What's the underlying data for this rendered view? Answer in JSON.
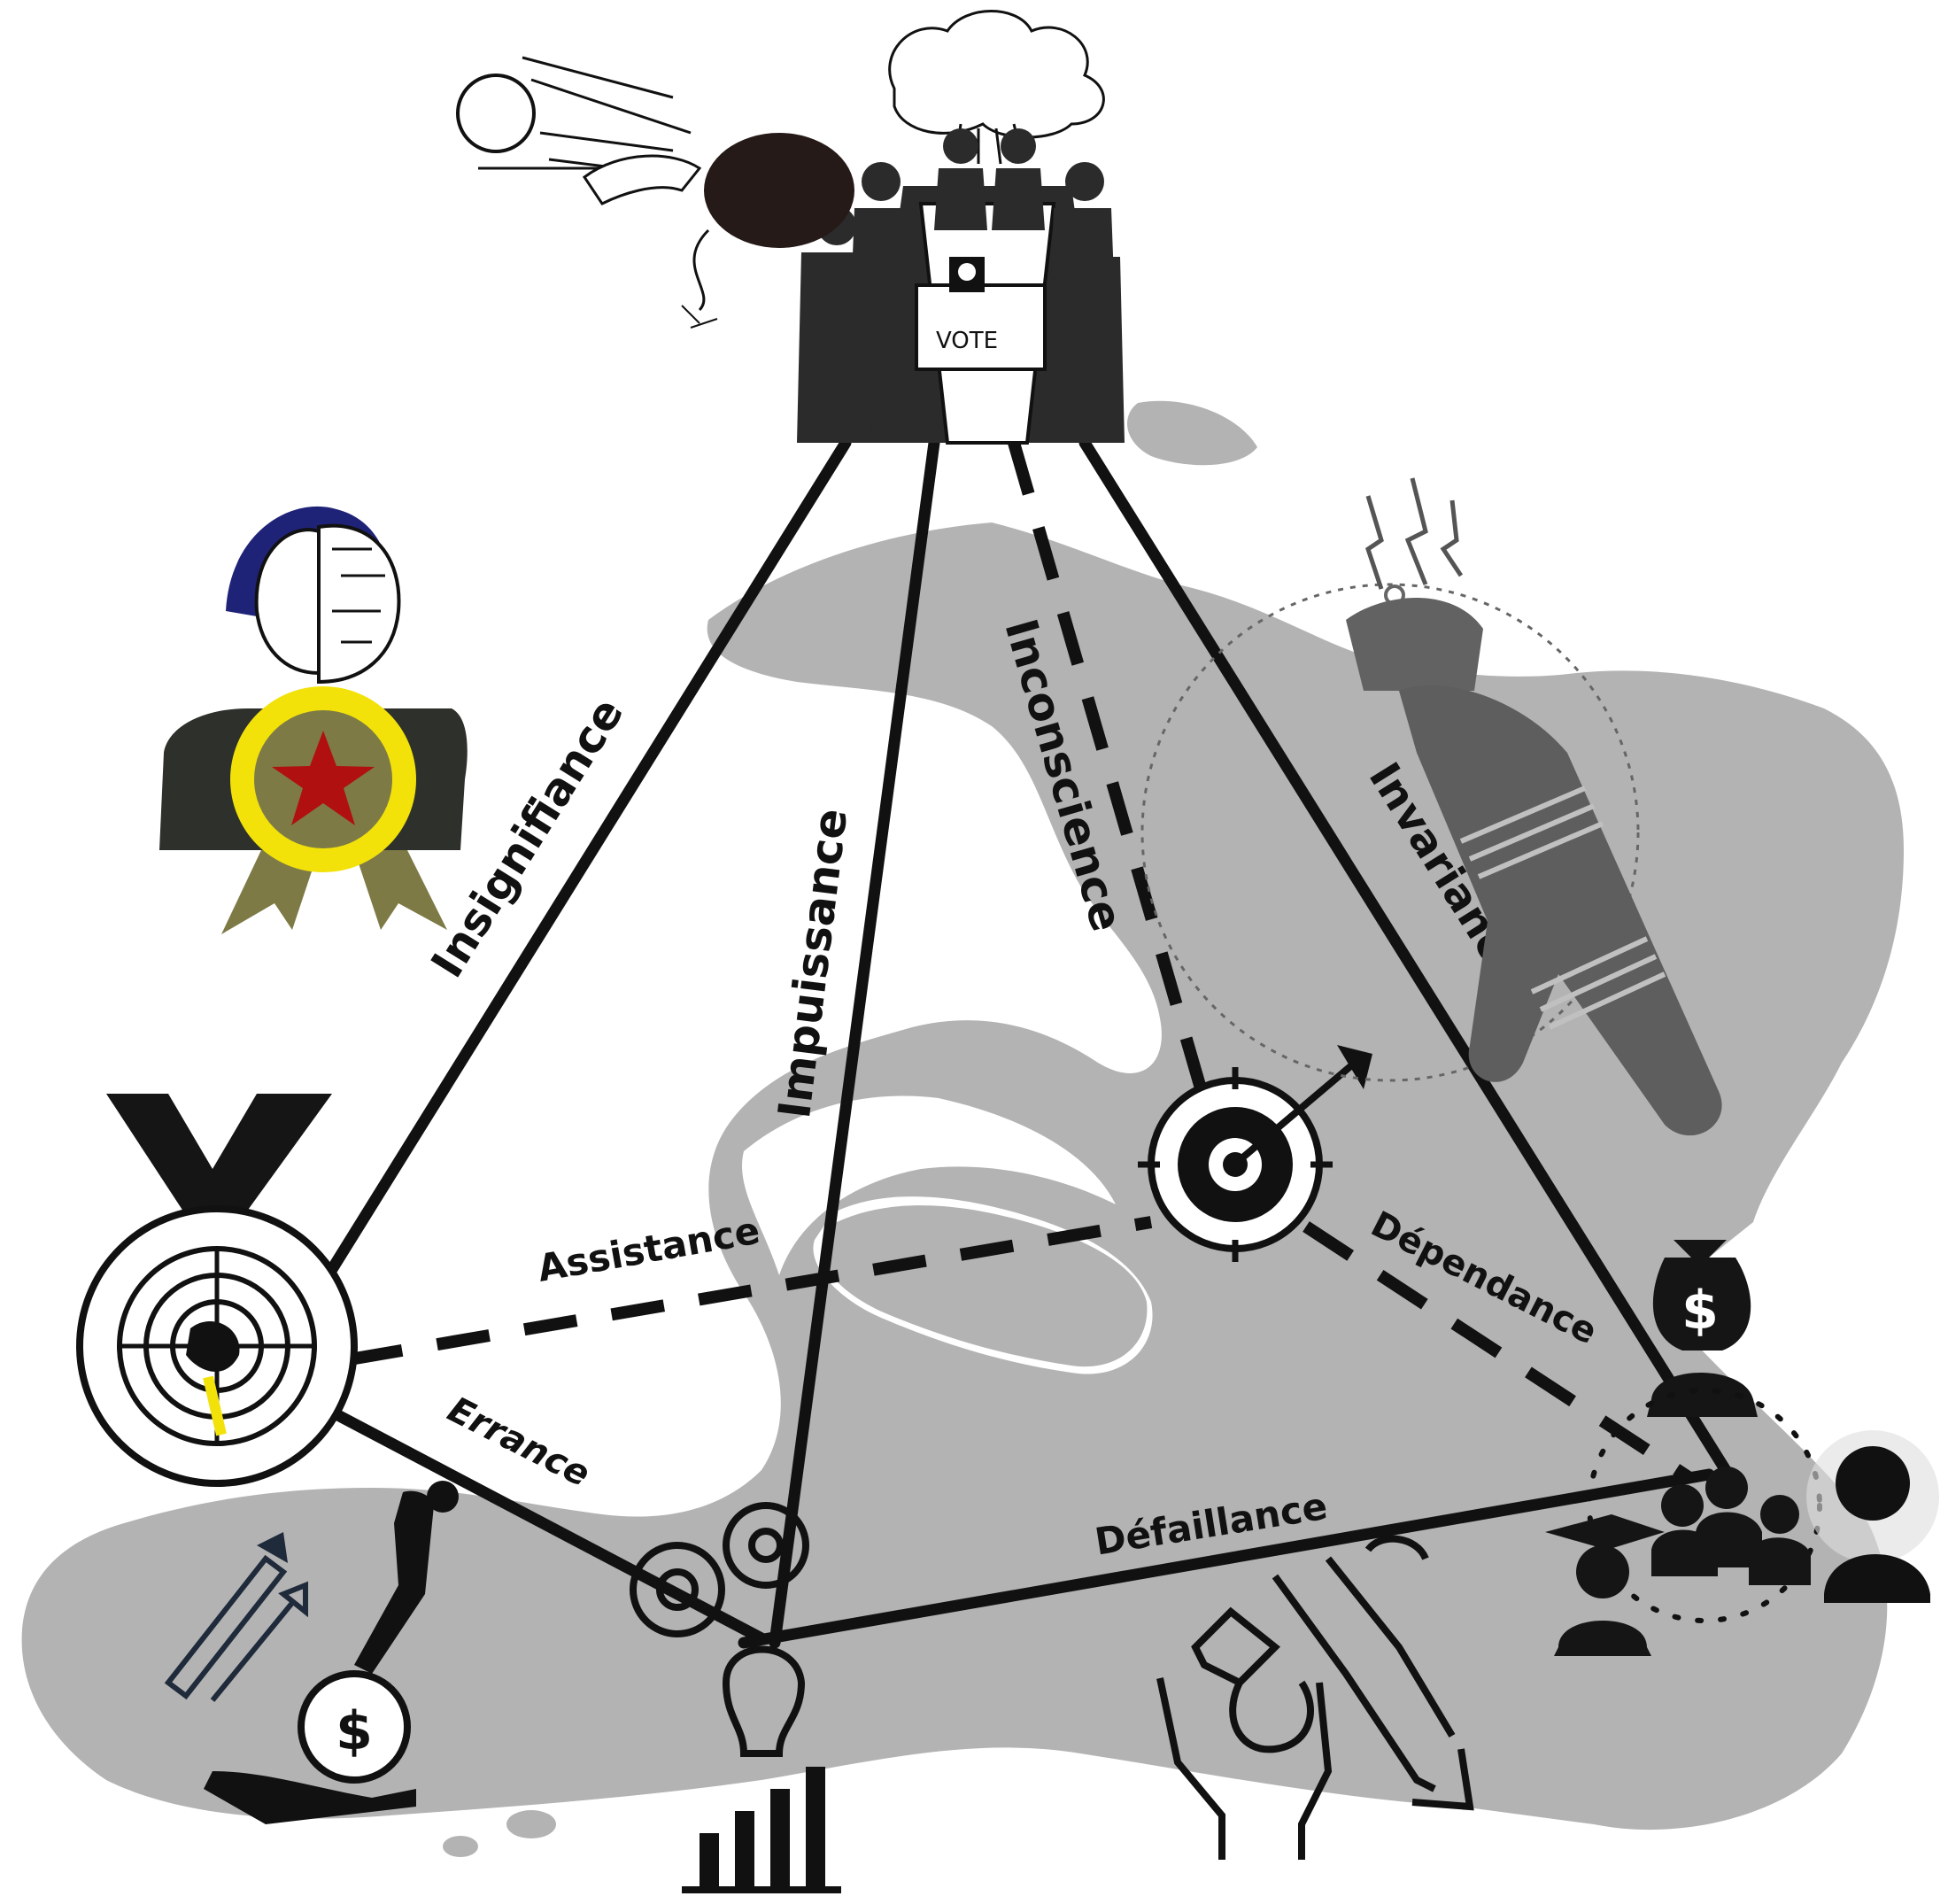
{
  "diagram": {
    "vote_box_label": "VOTE",
    "edges": {
      "insignifiance": "Insignifiance",
      "impuissance": "Impuissance",
      "inconscience": "Inconscience",
      "invariance": "Invariance",
      "assistance": "Assistance",
      "dependance": "Dépendance",
      "errance": "Errance",
      "defaillance": "Défaillance"
    },
    "dollar_symbol": "$"
  },
  "colors": {
    "map": "#b3b3b3",
    "line": "#111111",
    "ribbon_yellow": "#f2e20a",
    "star_red": "#b01010",
    "medal_olive": "#7d7a45",
    "brain_navy": "#1f2378"
  }
}
